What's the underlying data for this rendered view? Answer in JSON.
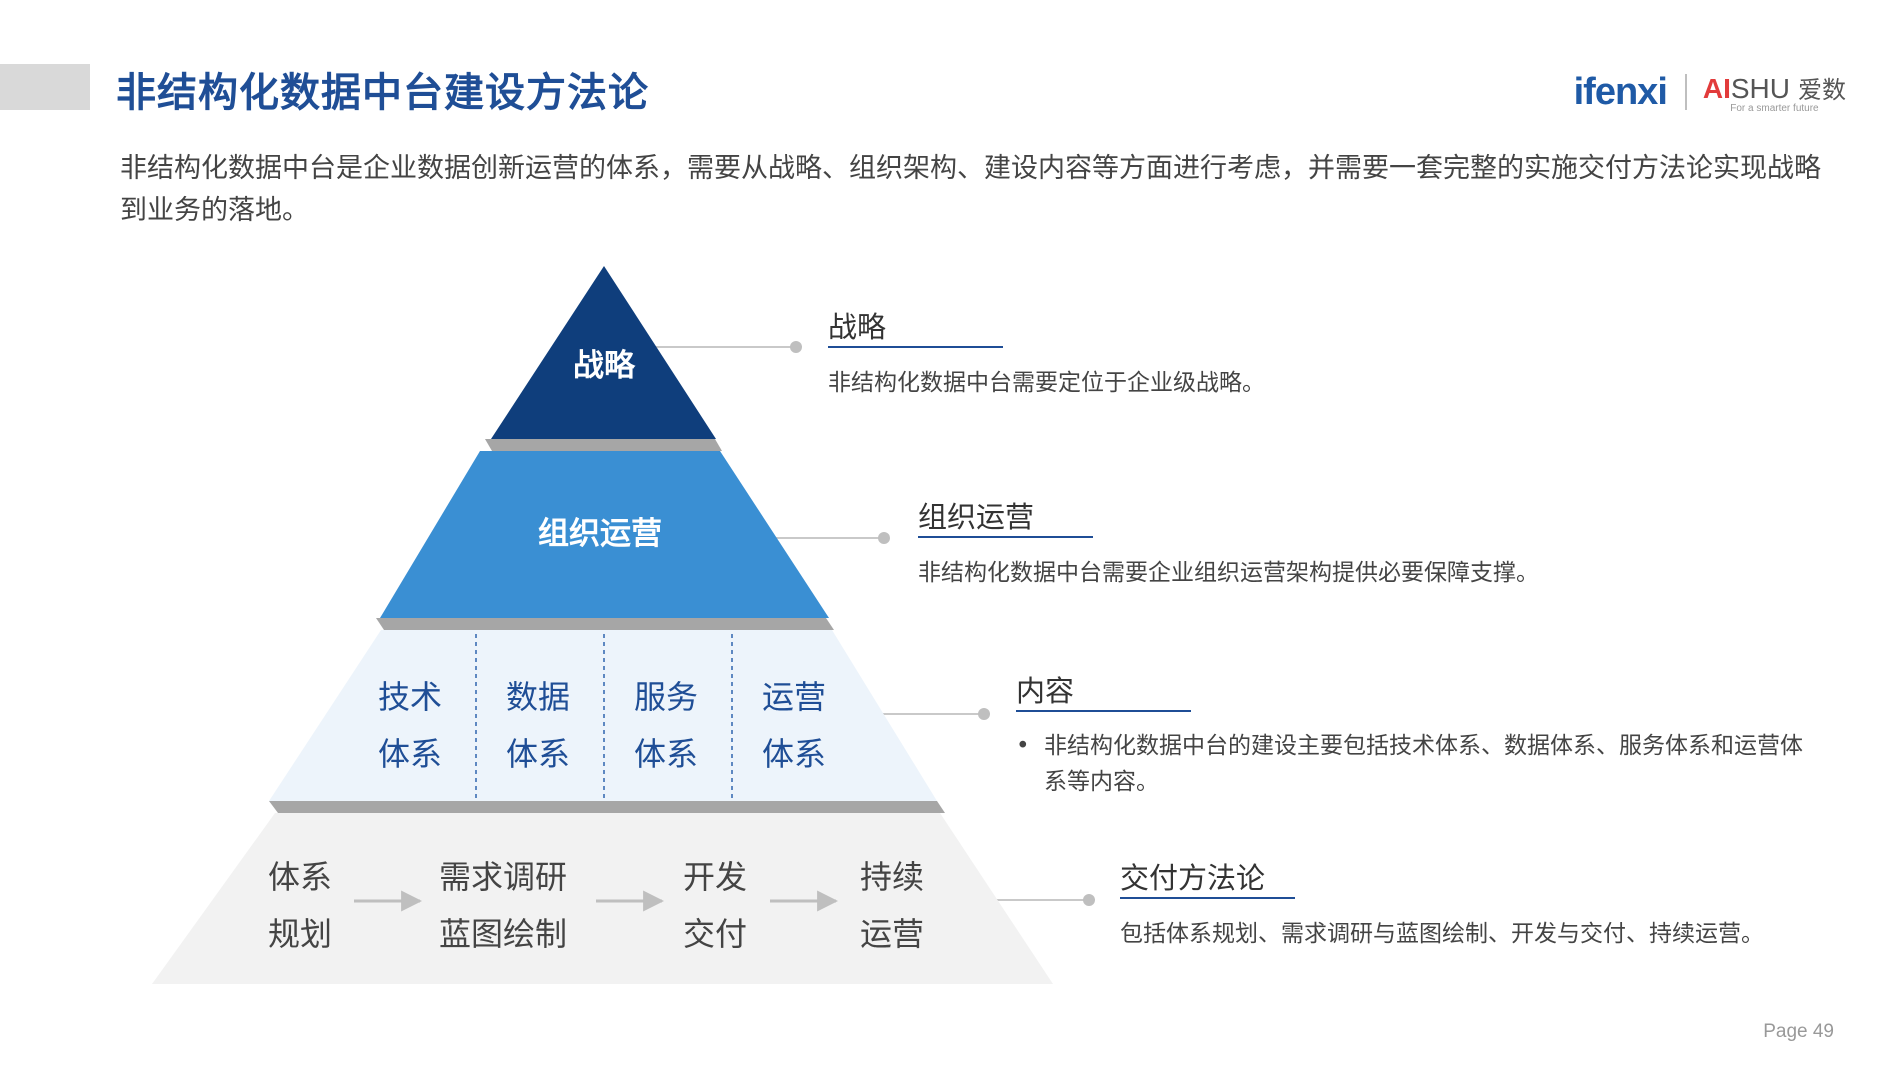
{
  "header": {
    "title": "非结构化数据中台建设方法论"
  },
  "logo": {
    "ifenxi": "ifenxi",
    "aishu_ai": "AI",
    "aishu_shu": "SHU",
    "aishu_cn": "爱数",
    "aishu_sub": "For a smarter future"
  },
  "intro": "非结构化数据中台是企业数据创新运营的体系，需要从战略、组织架构、建设内容等方面进行考虑，并需要一套完整的实施交付方法论实现战略到业务的落地。",
  "pyramid": {
    "level1": {
      "text": "战略"
    },
    "level2": {
      "text": "组织运营"
    },
    "level3": {
      "cells": [
        {
          "line1": "技术",
          "line2": "体系"
        },
        {
          "line1": "数据",
          "line2": "体系"
        },
        {
          "line1": "服务",
          "line2": "体系"
        },
        {
          "line1": "运营",
          "line2": "体系"
        }
      ]
    },
    "level4": {
      "steps": [
        {
          "line1": "体系",
          "line2": "规划"
        },
        {
          "line1": "需求调研",
          "line2": "蓝图绘制"
        },
        {
          "line1": "开发",
          "line2": "交付"
        },
        {
          "line1": "持续",
          "line2": "运营"
        }
      ]
    }
  },
  "callouts": [
    {
      "label": "战略",
      "desc": "非结构化数据中台需要定位于企业级战略。"
    },
    {
      "label": "组织运营",
      "desc": "非结构化数据中台需要企业组织运营架构提供必要保障支撑。"
    },
    {
      "label": "内容",
      "bullet": "•",
      "desc": "非结构化数据中台的建设主要包括技术体系、数据体系、服务体系和运营体系等内容。"
    },
    {
      "label": "交付方法论",
      "desc": "包括体系规划、需求调研与蓝图绘制、开发与交付、持续运营。"
    }
  ],
  "footer": {
    "page": "Page  49"
  },
  "colors": {
    "title": "#1f4e96",
    "level1": "#0f3e7c",
    "level2": "#3a8fd3",
    "level3": "#edf4fb",
    "level4": "#f2f2f2",
    "shadow": "#a6a6a6",
    "connector": "#bfbfbf"
  }
}
